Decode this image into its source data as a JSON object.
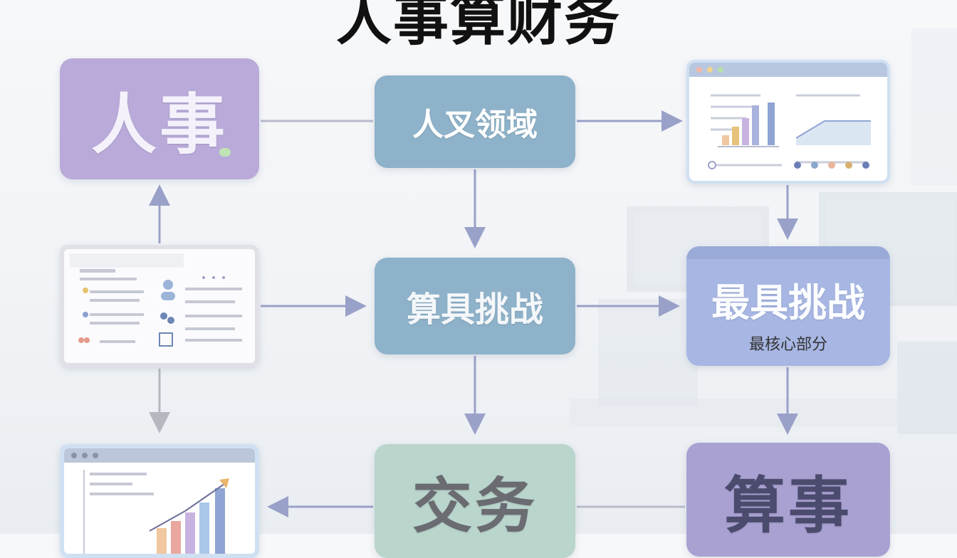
{
  "title": "人事算财务",
  "nodes": {
    "renshi": "人事",
    "renyi": "人叉领域",
    "suanju": "算具挑战",
    "zuiju": "最具挑战",
    "zuiju_sub": "最核心部分",
    "jiaowu": "交务",
    "suanshi": "算事"
  },
  "colors": {
    "purple": "#b9aad9",
    "steel_blue": "#8eb2c9",
    "periwinkle": "#a7b6e3",
    "mint": "#b9d5cc",
    "lavender": "#a9a1d2",
    "arrow": "#9aa1c9"
  }
}
